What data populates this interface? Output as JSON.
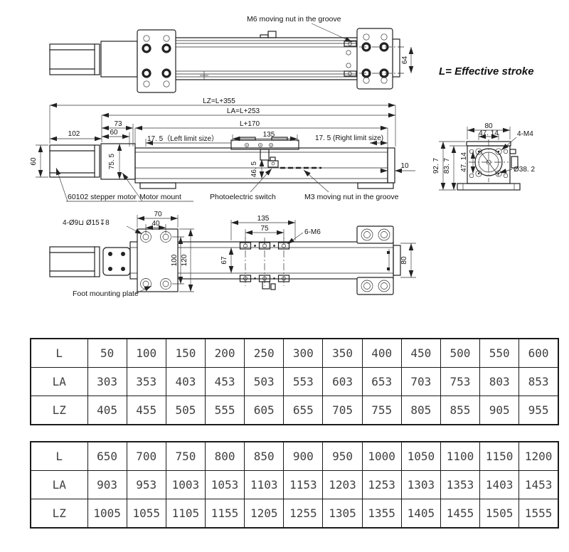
{
  "drawing": {
    "note": "L= Effective stroke",
    "top_view": {
      "m6_label": "M6 moving nut in the groove",
      "dim_64": "64"
    },
    "front_view": {
      "dim_lz": "LZ=L+355",
      "dim_la": "LA=L+253",
      "dim_l170": "L+170",
      "dim_73": "73",
      "dim_60_h": "60",
      "dim_102": "102",
      "left_limit": "17. 5（Left limit size）",
      "dim_135": "135",
      "right_limit": "17. 5 (Right limit size)",
      "dim_60_v": "60",
      "dim_75_5": "75. 5",
      "dim_46_5": "46. 5",
      "dim_10": "10",
      "motor_label": "60102 stepper motor",
      "mount_label": "Motor mount",
      "switch_label": "Photoelectric switch",
      "m3_label": "M3 moving nut in the groove"
    },
    "end_view": {
      "dim_80": "80",
      "dim_47_14_h": "47. 14",
      "m4_label": "4-M4",
      "dim_92_7": "92. 7",
      "dim_83_7": "83. 7",
      "dim_47_14_v": "47. 14",
      "dim_38_2": "Ø38. 2"
    },
    "bottom_view": {
      "counterbore_label": "4-Ø9⊔ Ø15↧8",
      "dim_70": "70",
      "dim_40": "40",
      "dim_135": "135",
      "dim_75": "75",
      "m6_label": "6-M6",
      "dim_100": "100",
      "dim_120": "120",
      "dim_67": "67",
      "dim_80": "80",
      "foot_label": "Foot mounting plate"
    }
  },
  "tables": [
    {
      "rows": [
        {
          "label": "L",
          "values": [
            "50",
            "100",
            "150",
            "200",
            "250",
            "300",
            "350",
            "400",
            "450",
            "500",
            "550",
            "600"
          ]
        },
        {
          "label": "LA",
          "values": [
            "303",
            "353",
            "403",
            "453",
            "503",
            "553",
            "603",
            "653",
            "703",
            "753",
            "803",
            "853"
          ]
        },
        {
          "label": "LZ",
          "values": [
            "405",
            "455",
            "505",
            "555",
            "605",
            "655",
            "705",
            "755",
            "805",
            "855",
            "905",
            "955"
          ]
        }
      ]
    },
    {
      "rows": [
        {
          "label": "L",
          "values": [
            "650",
            "700",
            "750",
            "800",
            "850",
            "900",
            "950",
            "1000",
            "1050",
            "1100",
            "1150",
            "1200"
          ]
        },
        {
          "label": "LA",
          "values": [
            "903",
            "953",
            "1003",
            "1053",
            "1103",
            "1153",
            "1203",
            "1253",
            "1303",
            "1353",
            "1403",
            "1453"
          ]
        },
        {
          "label": "LZ",
          "values": [
            "1005",
            "1055",
            "1105",
            "1155",
            "1205",
            "1255",
            "1305",
            "1355",
            "1405",
            "1455",
            "1505",
            "1555"
          ]
        }
      ]
    }
  ]
}
